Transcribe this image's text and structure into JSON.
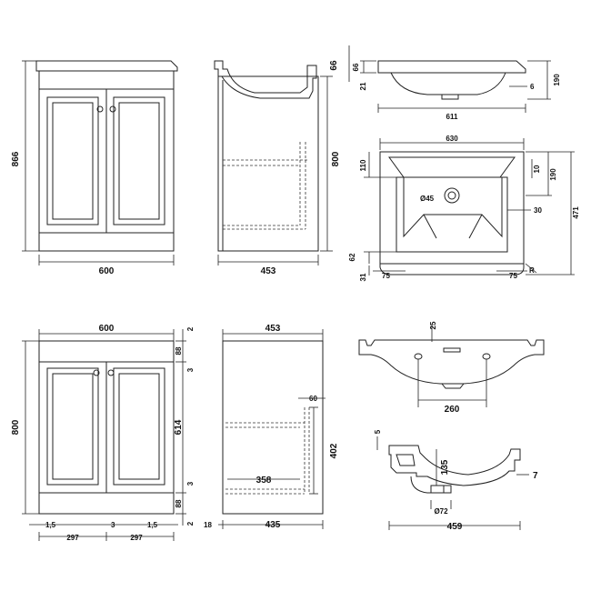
{
  "views": {
    "top_front": {
      "height": "866",
      "width": "600"
    },
    "top_side": {
      "depth": "453",
      "height": "800",
      "basin_top": "66",
      "basin_offset": "21"
    },
    "basin_plan_side": {
      "width": "611",
      "depth": "190",
      "lip": "6",
      "top": "66",
      "offset": "21"
    },
    "basin_plan": {
      "width": "630",
      "depth": "471",
      "back": "110",
      "back_inner": "10",
      "inner_depth": "190",
      "tap_hole": "Ø45",
      "side_inner": "30",
      "front": "62",
      "front_lip": "31",
      "left_75": "75",
      "right_75": "75",
      "radius": "R"
    },
    "bottom_front": {
      "width": "600",
      "height": "800",
      "top_rail": "88",
      "top_gap": "2",
      "gap1": "3",
      "door": "614",
      "gap2": "3",
      "plinth": "88",
      "bottom_gap": "2",
      "side_left": "1,5",
      "mid": "3",
      "side_right": "1,5",
      "door_left": "297",
      "door_right": "297"
    },
    "bottom_side": {
      "depth": "453",
      "shelf_offset": "60",
      "inner_height": "402",
      "shelf_depth": "358",
      "plinth_height": "18",
      "base_depth": "435"
    },
    "basin_section_top": {
      "overflow": "25",
      "waste_spacing": "260"
    },
    "basin_section_bottom": {
      "top": "5",
      "depth": "135",
      "lip": "7",
      "waste": "Ø72",
      "width": "459"
    }
  }
}
